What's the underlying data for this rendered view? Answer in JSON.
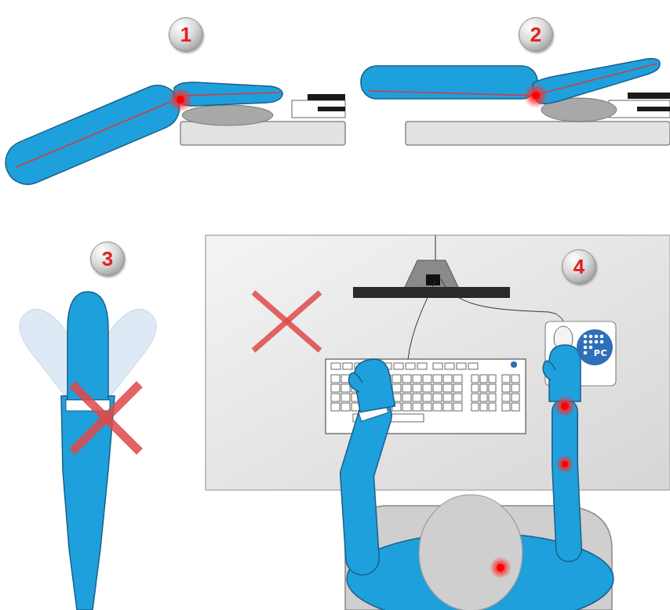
{
  "diagram": {
    "nodes": [
      {
        "text": [
          "1"
        ]
      },
      {
        "text": [
          "2"
        ]
      },
      {
        "text": [
          "3"
        ]
      },
      {
        "text": [
          "4"
        ]
      },
      {
        "text": [
          "PC"
        ]
      }
    ]
  }
}
